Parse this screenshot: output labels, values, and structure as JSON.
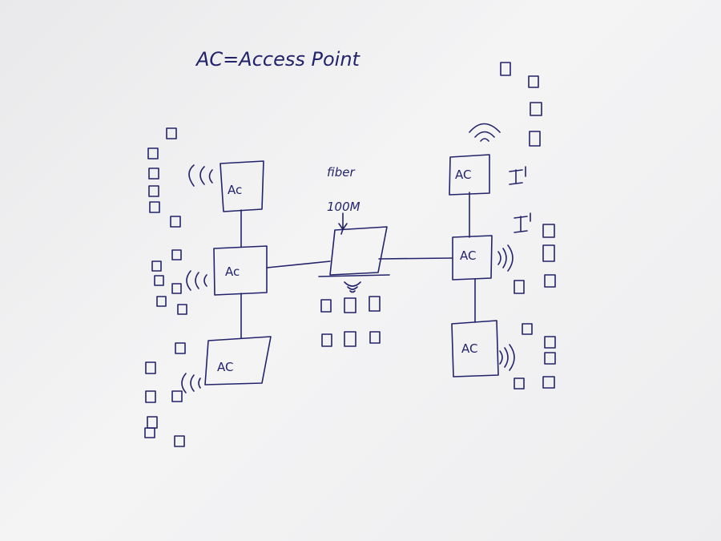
{
  "title": "AC=Access Point",
  "router": {
    "label_top": "fiber",
    "label_bottom": "100M"
  },
  "access_points": [
    {
      "id": "ap-left-top",
      "label": "Ac"
    },
    {
      "id": "ap-left-middle",
      "label": "Ac"
    },
    {
      "id": "ap-left-bottom",
      "label": "AC"
    },
    {
      "id": "ap-right-top",
      "label": "AC"
    },
    {
      "id": "ap-right-middle",
      "label": "AC"
    },
    {
      "id": "ap-right-bottom",
      "label": "AC"
    }
  ],
  "colors": {
    "ink": "#23236b",
    "paper": "#f0f0f1"
  }
}
